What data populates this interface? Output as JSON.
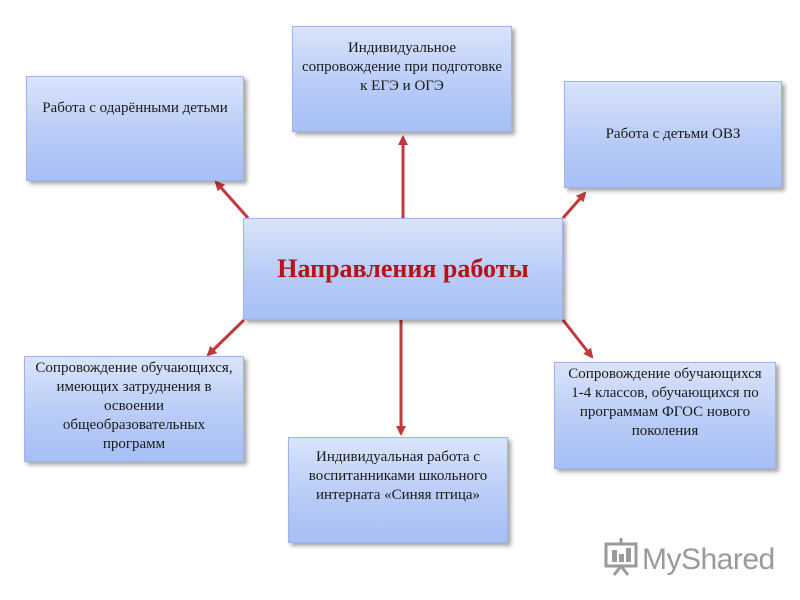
{
  "center": {
    "label": "Направления работы"
  },
  "boxes": {
    "gifted": "Работа с одарёнными детьми",
    "exam": "Индивидуальное сопровождение при подготовке к ЕГЭ и ОГЭ",
    "ovz": "Работа с детьми ОВЗ",
    "difficulties": "Сопровождение обучающихся, имеющих затруднения в освоении общеобразовательных программ",
    "boarding": "Индивидуальная работа с воспитанниками школьного интерната «Синяя птица»",
    "primary": "Сопровождение обучающихся 1-4 классов, обучающихся по программам ФГОС нового поколения"
  },
  "watermark": {
    "text": "MyShared",
    "icon": "presentation-board-icon"
  },
  "colors": {
    "arrow": "#c0393b",
    "center_text": "#b5121b",
    "box_fill": "#b9ccf7"
  }
}
